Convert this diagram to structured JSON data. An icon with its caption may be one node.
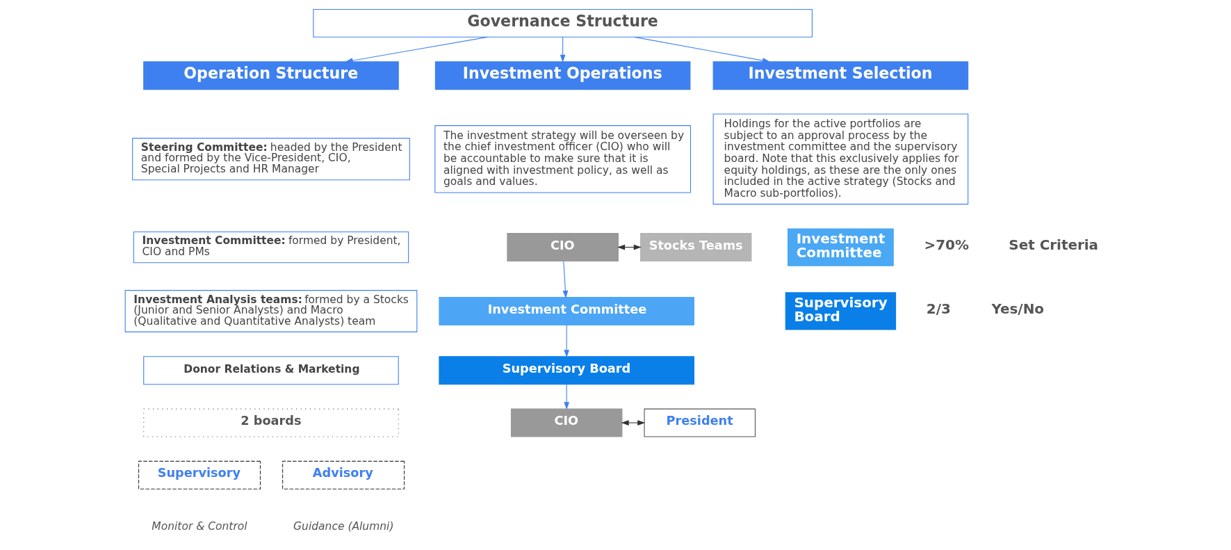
{
  "diagram": {
    "nodes": [
      {
        "text": [
          "Governance Structure"
        ]
      },
      {
        "text": [
          "Operation Structure"
        ]
      },
      {
        "text": [
          "**Steering Committee:** headed by the President and formed by the Vice-President, CIO, Special Projects and HR Manager"
        ]
      },
      {
        "text": [
          "**Investment Committee:** formed by President, CIO and PMs"
        ]
      },
      {
        "text": [
          "**Investment Analysis teams:** formed by a Stocks (Junior and Senior Analysts) and Macro (Qualitative and Quantitative Analysts) team"
        ]
      },
      {
        "text": [
          "**Donor Relations & Marketing**"
        ]
      },
      {
        "text": [
          "2 boards"
        ]
      },
      {
        "text": [
          "Supervisory"
        ],
        "beside": [
          "Monitor & Control"
        ]
      },
      {
        "text": [
          "Advisory"
        ],
        "beside": [
          "Guidance (Alumni)"
        ]
      },
      {
        "text": [
          "Investment Operations"
        ]
      },
      {
        "text": [
          "The investment strategy will be overseen by the chief investment officer (CIO) who will be accountable to make sure that it is aligned with investment policy, as well as goals and values."
        ]
      },
      {
        "text": [
          "CIO"
        ]
      },
      {
        "text": [
          "Stocks Teams"
        ]
      },
      {
        "text": [
          "Investment Committee"
        ]
      },
      {
        "text": [
          "Supervisory Board"
        ]
      },
      {
        "text": [
          "CIO"
        ]
      },
      {
        "text": [
          "President"
        ]
      },
      {
        "text": [
          "Investment Selection"
        ]
      },
      {
        "text": [
          "Holdings for the active portfolios are subject to an approval process by the investment committee and the supervisory board. Note that this exclusively applies for equity holdings, as these are the only ones included in the active strategy (Stocks and Macro sub-portfolios)."
        ]
      },
      {
        "text": [
          "Investment Committee"
        ],
        "beside": [
          ">70%",
          "Set Criteria"
        ]
      },
      {
        "text": [
          "Supervisory Board"
        ],
        "beside": [
          "2/3",
          "Yes/No"
        ]
      }
    ],
    "edges": [
      {
        "from": 0,
        "to": 1,
        "arrow": "to"
      },
      {
        "from": 0,
        "to": 9,
        "arrow": "to"
      },
      {
        "from": 0,
        "to": 17,
        "arrow": "to"
      },
      {
        "from": 11,
        "to": 12,
        "arrow": "both",
        "color": "#333333"
      },
      {
        "from": 11,
        "to": 13,
        "arrow": "to"
      },
      {
        "from": 13,
        "to": 14,
        "arrow": "to"
      },
      {
        "from": 14,
        "to": 15,
        "arrow": "to"
      },
      {
        "from": 15,
        "to": 16,
        "arrow": "both",
        "color": "#333333"
      }
    ]
  }
}
